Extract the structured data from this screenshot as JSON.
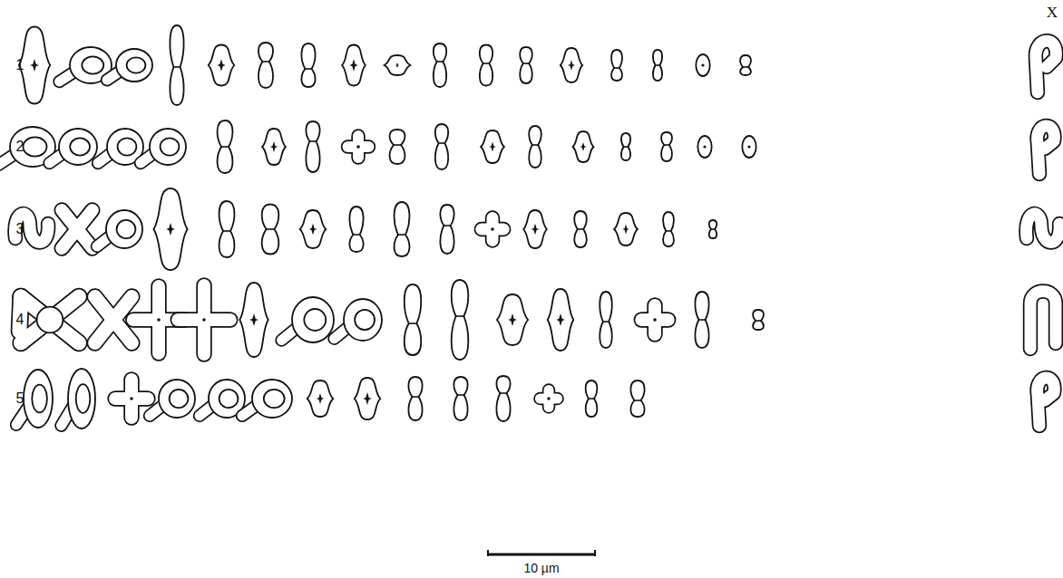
{
  "diagram": {
    "labels": [
      "X",
      "1",
      "2",
      "3",
      "4",
      "5",
      "10 µm"
    ]
  }
}
